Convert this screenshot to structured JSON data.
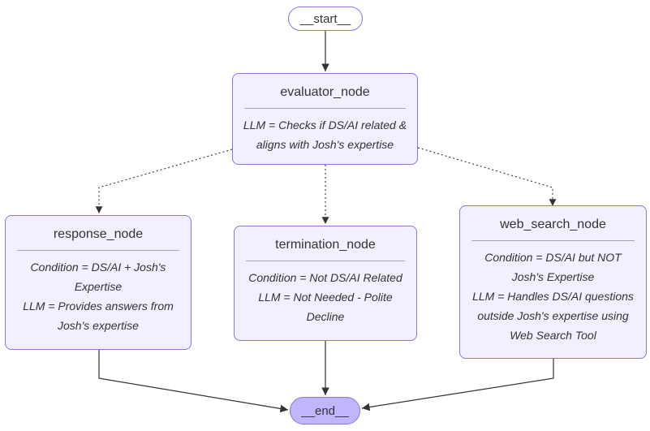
{
  "diagram": {
    "title": "agent-graph-flowchart",
    "colors": {
      "node_fill": "#f2f0ff",
      "node_border": "#9370db",
      "start_fill": "#ffffff",
      "end_fill": "#bfb6fc",
      "edge": "#333333",
      "text": "#333333",
      "divider": "#a9a2bd",
      "background": "#ffffff"
    },
    "start_node": {
      "label": "__start__"
    },
    "end_node": {
      "label": "__end__"
    },
    "nodes": [
      {
        "id": "evaluator_node",
        "title": "evaluator_node",
        "body": "LLM = Checks if DS/AI related &\naligns with Josh's expertise"
      },
      {
        "id": "response_node",
        "title": "response_node",
        "body": "Condition = DS/AI + Josh's\nExpertise\nLLM = Provides answers from\nJosh's expertise"
      },
      {
        "id": "termination_node",
        "title": "termination_node",
        "body": "Condition = Not DS/AI Related\nLLM = Not Needed - Polite\nDecline"
      },
      {
        "id": "web_search_node",
        "title": "web_search_node",
        "body": "Condition = DS/AI but NOT\nJosh's Expertise\nLLM = Handles DS/AI questions\noutside Josh's expertise using\nWeb Search Tool"
      }
    ],
    "edges": [
      {
        "from": "__start__",
        "to": "evaluator_node",
        "style": "solid"
      },
      {
        "from": "evaluator_node",
        "to": "response_node",
        "style": "dotted"
      },
      {
        "from": "evaluator_node",
        "to": "termination_node",
        "style": "dotted"
      },
      {
        "from": "evaluator_node",
        "to": "web_search_node",
        "style": "dotted"
      },
      {
        "from": "response_node",
        "to": "__end__",
        "style": "solid"
      },
      {
        "from": "termination_node",
        "to": "__end__",
        "style": "solid"
      },
      {
        "from": "web_search_node",
        "to": "__end__",
        "style": "solid"
      }
    ]
  }
}
